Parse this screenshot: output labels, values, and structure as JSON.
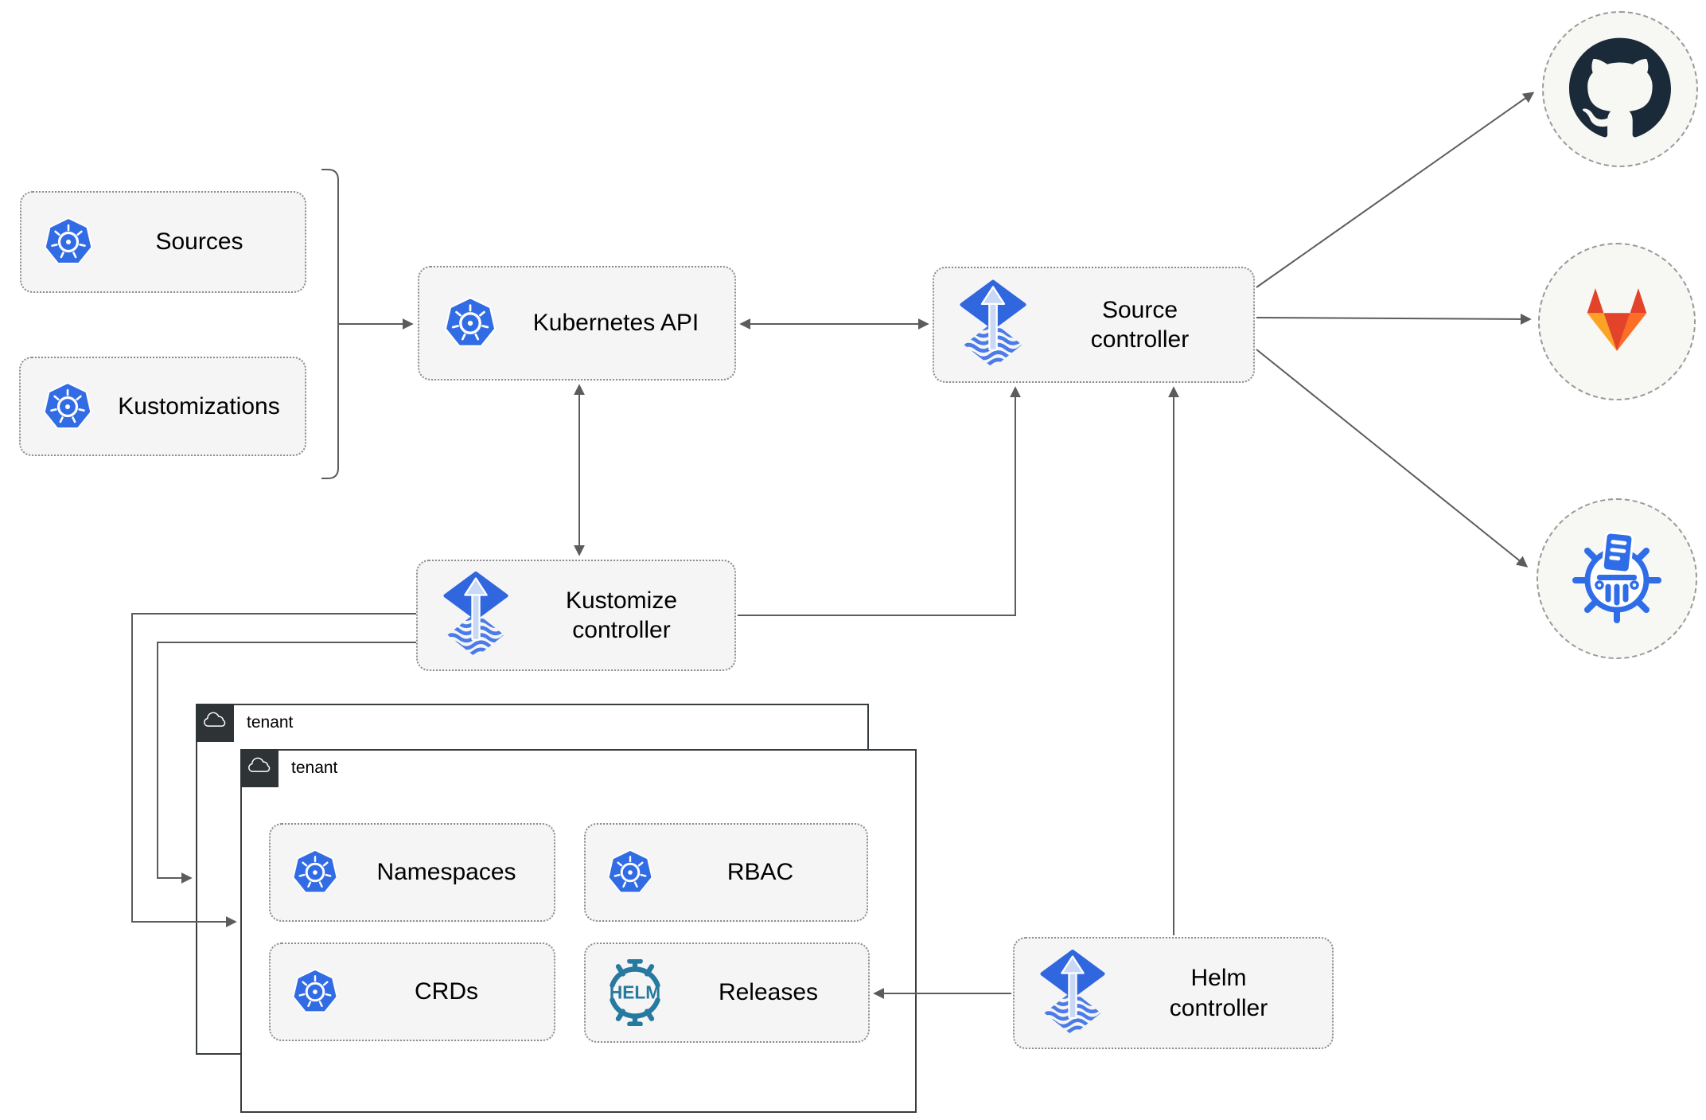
{
  "diagram_type": "architecture-diagram",
  "nodes": {
    "sources": {
      "label": "Sources",
      "icon": "kubernetes-icon"
    },
    "kustomizations": {
      "label": "Kustomizations",
      "icon": "kubernetes-icon"
    },
    "kubernetes_api": {
      "label": "Kubernetes API",
      "icon": "kubernetes-icon"
    },
    "source_controller": {
      "label": "Source controller",
      "icon": "flux-icon"
    },
    "kustomize_controller": {
      "label": "Kustomize controller",
      "icon": "flux-icon"
    },
    "helm_controller": {
      "label": "Helm controller",
      "icon": "flux-icon"
    },
    "tenant_back": {
      "label": "tenant",
      "icon": "cloud-icon"
    },
    "tenant_front": {
      "label": "tenant",
      "icon": "cloud-icon"
    },
    "namespaces": {
      "label": "Namespaces",
      "icon": "kubernetes-icon"
    },
    "rbac": {
      "label": "RBAC",
      "icon": "kubernetes-icon"
    },
    "crds": {
      "label": "CRDs",
      "icon": "kubernetes-icon"
    },
    "releases": {
      "label": "Releases",
      "icon": "helm-icon"
    }
  },
  "external_systems": [
    {
      "name": "github",
      "icon": "github-icon"
    },
    {
      "name": "gitlab",
      "icon": "gitlab-icon"
    },
    {
      "name": "chart-repository",
      "icon": "chart-repository-icon"
    }
  ],
  "icons": {
    "kubernetes": "blue heptagon with white ship wheel",
    "flux": "blue diamond with light upward arrow over wavy-striped diamond",
    "helm": "teal ship wheel with HELM wordmark",
    "cloud": "white cloud outline on dark square",
    "github": "octocat mark",
    "gitlab": "tanuki fox head",
    "chart_repository": "blue wheel with document and museum column"
  },
  "edges": [
    {
      "from": "sources+kustomizations",
      "to": "kubernetes_api",
      "arrow": "single"
    },
    {
      "from": "kubernetes_api",
      "to": "source_controller",
      "arrow": "double"
    },
    {
      "from": "kubernetes_api",
      "to": "kustomize_controller",
      "arrow": "double"
    },
    {
      "from": "kustomize_controller",
      "to": "source_controller",
      "arrow": "single"
    },
    {
      "from": "helm_controller",
      "to": "source_controller",
      "arrow": "single"
    },
    {
      "from": "helm_controller",
      "to": "releases",
      "arrow": "single"
    },
    {
      "from": "kustomize_controller",
      "to": "tenant_front",
      "arrow": "single"
    },
    {
      "from": "kustomize_controller",
      "to": "tenant_back",
      "arrow": "single"
    },
    {
      "from": "source_controller",
      "to": "github",
      "arrow": "single"
    },
    {
      "from": "source_controller",
      "to": "gitlab",
      "arrow": "single"
    },
    {
      "from": "source_controller",
      "to": "chart-repository",
      "arrow": "single"
    }
  ],
  "colors": {
    "kubernetes_blue": "#326ce5",
    "flux_blue": "#3067df",
    "flux_light_arrow": "#c9d9f5",
    "helm_teal": "#277a9f",
    "github_dark": "#1b2a38",
    "gitlab_dark_orange": "#e24329",
    "gitlab_orange": "#fc6d26",
    "gitlab_light_orange": "#fca326",
    "chart_repository_blue": "#2f6de8",
    "node_fill": "#f5f5f5",
    "node_border": "#8c8c8c",
    "connector_gray": "#5c5c5c",
    "tenant_border": "#383d40",
    "tenant_badge": "#2e3336",
    "circle_fill": "#f7f7f4",
    "label_color": "#000000"
  }
}
